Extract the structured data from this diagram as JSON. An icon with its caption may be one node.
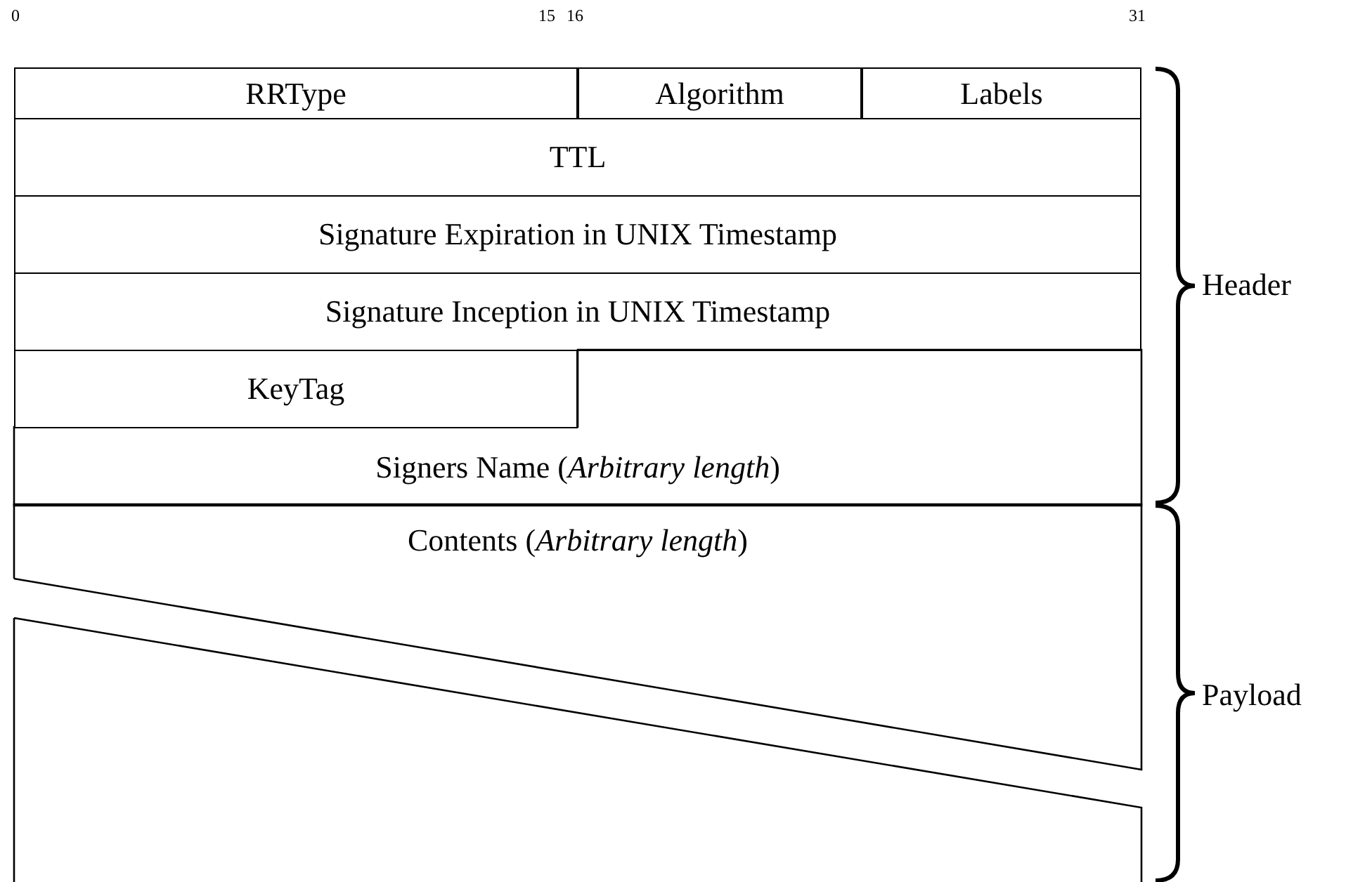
{
  "diagram": {
    "nodes": [
      {
        "text": [
          "RRType"
        ]
      },
      {
        "text": [
          "Algorithm"
        ]
      },
      {
        "text": [
          "Labels"
        ]
      },
      {
        "text": [
          "TTL"
        ]
      },
      {
        "text": [
          "Signature Expiration in UNIX Timestamp"
        ]
      },
      {
        "text": [
          "Signature Inception in UNIX Timestamp"
        ]
      },
      {
        "text": [
          "KeyTag"
        ]
      },
      {
        "text": [
          "Signers Name (*Arbitrary length*)"
        ]
      },
      {
        "text": [
          "Contents (*Arbitrary length*)"
        ]
      }
    ],
    "edges": [],
    "labels": [
      "0",
      "15",
      "16",
      "31",
      "Header",
      "Payload"
    ]
  }
}
